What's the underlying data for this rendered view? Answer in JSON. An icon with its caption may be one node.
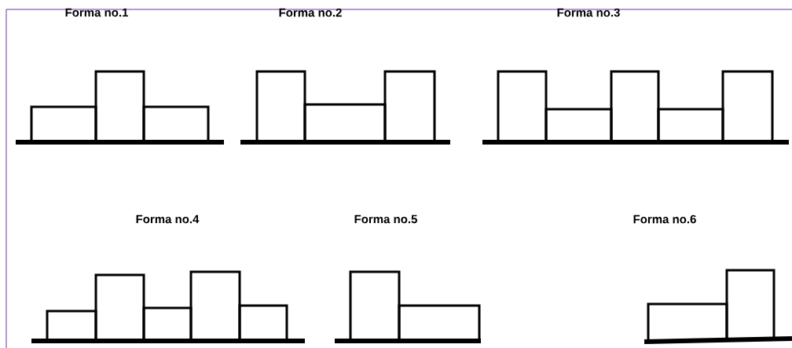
{
  "diagram": {
    "labels": [
      "Forma no.1",
      "Forma no.2",
      "Forma no.3",
      "Forma no.4",
      "Forma no.5",
      "Forma no.6"
    ]
  }
}
